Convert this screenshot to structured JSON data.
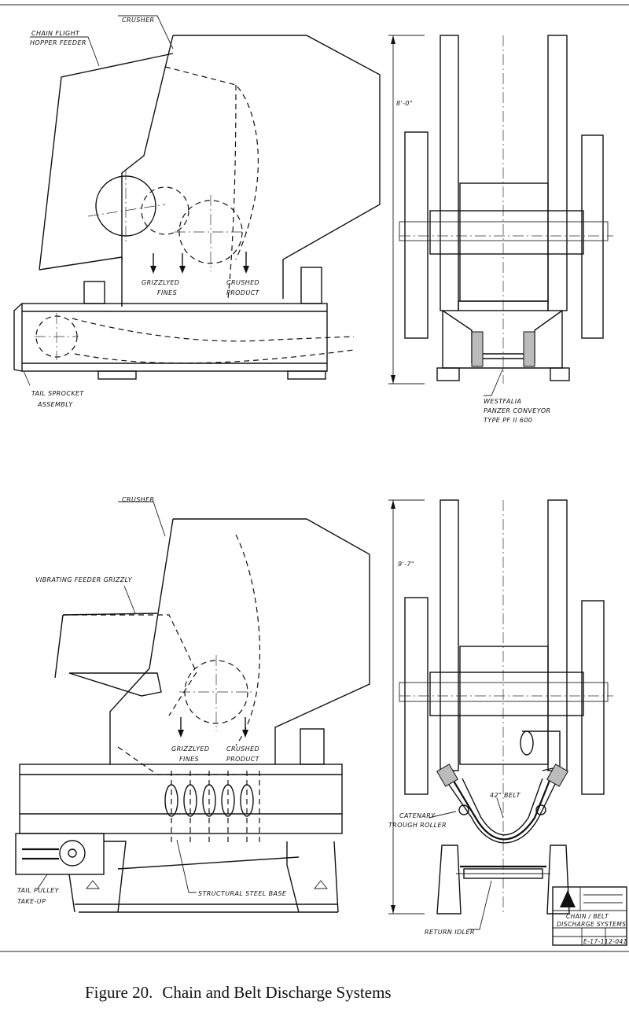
{
  "top_left": {
    "crusher_label": "CRUSHER",
    "feeder_label_1": "CHAIN FLIGHT",
    "feeder_label_2": "HOPPER FEEDER",
    "fines_label_1": "GRIZZLYED",
    "fines_label_2": "FINES",
    "product_label_1": "CRUSHED",
    "product_label_2": "PRODUCT",
    "tail_label_1": "TAIL SPROCKET",
    "tail_label_2": "ASSEMBLY"
  },
  "top_right": {
    "height_dim": "8'-0\"",
    "conveyor_label_1": "WESTFALIA",
    "conveyor_label_2": "PANZER CONVEYOR",
    "conveyor_label_3": "TYPE PF II 600"
  },
  "bottom_left": {
    "crusher_label": "CRUSHER",
    "feeder_label": "VIBRATING FEEDER GRIZZLY",
    "fines_label_1": "GRIZZLYED",
    "fines_label_2": "FINES",
    "product_label_1": "CRUSHED",
    "product_label_2": "PRODUCT",
    "base_label": "STRUCTURAL STEEL BASE",
    "tail_label_1": "TAIL PULLEY",
    "tail_label_2": "TAKE-UP"
  },
  "bottom_right": {
    "height_dim": "9'-7\"",
    "belt_label": "42\" BELT",
    "roller_label_1": "CATENARY",
    "roller_label_2": "TROUGH ROLLER",
    "idler_label": "RETURN IDLER"
  },
  "title_block": {
    "title_1": "CHAIN / BELT",
    "title_2": "DISCHARGE SYSTEMS",
    "drawing_no": "E-17-112-041"
  },
  "caption": {
    "figure": "Figure 20.",
    "title": "Chain and Belt Discharge Systems"
  }
}
